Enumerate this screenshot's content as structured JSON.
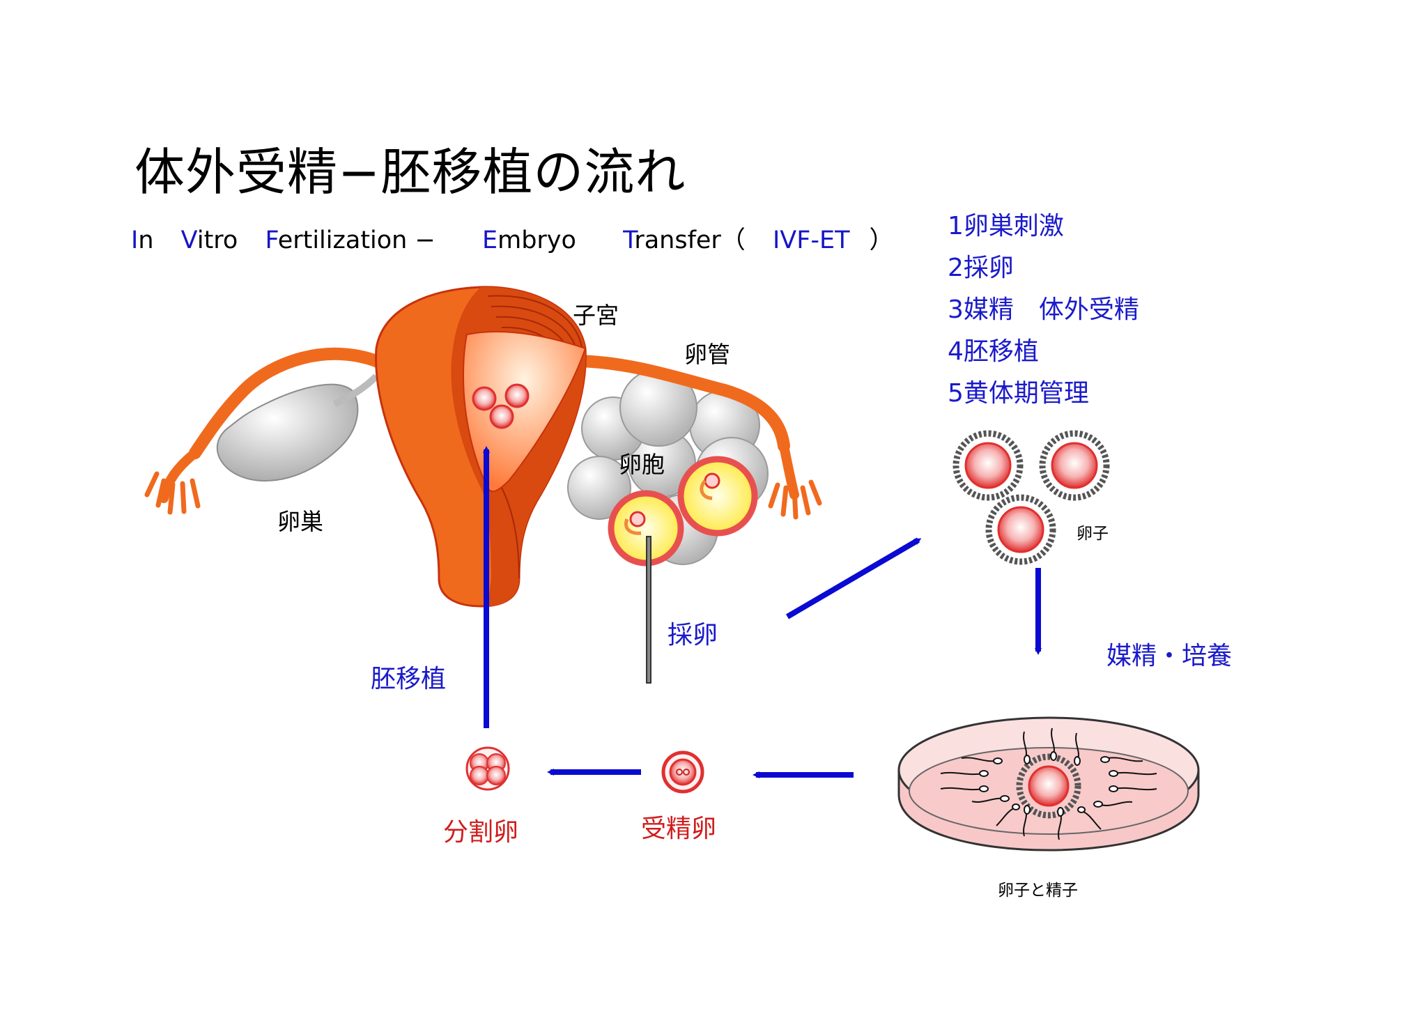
{
  "title": "体外受精−胚移植の流れ",
  "subtitle": {
    "parts": [
      {
        "cap": "I",
        "rest": "n"
      },
      {
        "cap": "V",
        "rest": "itro"
      },
      {
        "cap": "F",
        "rest": "ertilization −"
      },
      {
        "cap": "E",
        "rest": "mbryo"
      },
      {
        "cap": "T",
        "rest": "ransfer（"
      },
      {
        "cap": "IVF-ET",
        "rest": "）"
      }
    ]
  },
  "steps": [
    "1卵巣刺激",
    "2採卵",
    "3媒精　体外受精",
    "4胚移植",
    "5黄体期管理"
  ],
  "labels": {
    "uterus": "子宮",
    "tube": "卵管",
    "follicle": "卵胞",
    "ovary": "卵巣",
    "egg_retrieval": "採卵",
    "embryo_transfer": "胚移植",
    "insemination_culture": "媒精・培養",
    "oocyte": "卵子",
    "dish": "卵子と精子",
    "cleaved_egg": "分割卵",
    "fertilized_egg": "受精卵"
  },
  "colors": {
    "arrow": "#0a0ad2",
    "uterus": "#f06a1e",
    "uterus_dark": "#c8320a",
    "ovary": "#cfcfcf",
    "egg_red": "#e23a3a",
    "dish": "#f8c8c8"
  }
}
